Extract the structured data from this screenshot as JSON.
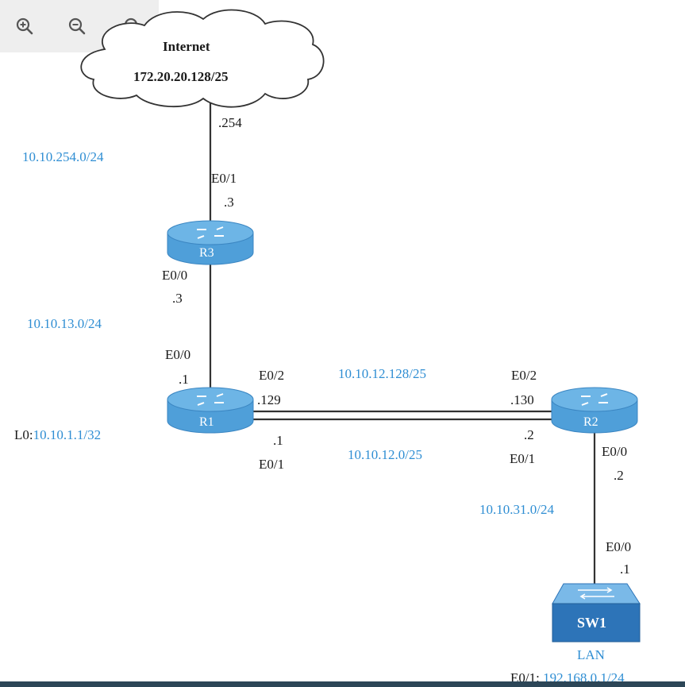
{
  "toolbar": {
    "zoom_in_icon": "zoom-in-icon",
    "zoom_out_icon": "zoom-out-icon",
    "reset_zoom_icon": "search-icon"
  },
  "colors": {
    "network_label": "#2f8ed3",
    "router_body": "#4f9fd9",
    "router_top": "#6db5e6",
    "switch_body": "#2d74b8",
    "link": "#333333"
  },
  "internet": {
    "title": "Internet",
    "subnet": "172.20.20.128/25"
  },
  "internet_r3_link": {
    "internet_ip": ".254",
    "subnet": "10.10.254.0/24",
    "r3_if": "E0/1",
    "r3_ip": ".3"
  },
  "r3": {
    "name": "R3"
  },
  "r3_r1_link": {
    "r3_if": "E0/0",
    "r3_ip": ".3",
    "subnet": "10.10.13.0/24",
    "r1_if": "E0/0",
    "r1_ip": ".1"
  },
  "r1": {
    "name": "R1",
    "loopback_prefix": "L0:",
    "loopback": "10.10.1.1/32"
  },
  "r1_r2_top_link": {
    "r1_if": "E0/2",
    "r1_ip": ".129",
    "subnet": "10.10.12.128/25",
    "r2_if": "E0/2",
    "r2_ip": ".130"
  },
  "r1_r2_bottom_link": {
    "r1_ip": ".1",
    "r1_if": "E0/1",
    "subnet": "10.10.12.0/25",
    "r2_ip": ".2",
    "r2_if": "E0/1"
  },
  "r2": {
    "name": "R2"
  },
  "r2_sw1_link": {
    "r2_if": "E0/0",
    "r2_ip": ".2",
    "subnet": "10.10.31.0/24",
    "sw1_if": "E0/0",
    "sw1_ip": ".1"
  },
  "sw1": {
    "name": "SW1",
    "lan": "LAN",
    "lan_if": "E0/1: ",
    "lan_subnet": "192.168.0.1/24"
  }
}
